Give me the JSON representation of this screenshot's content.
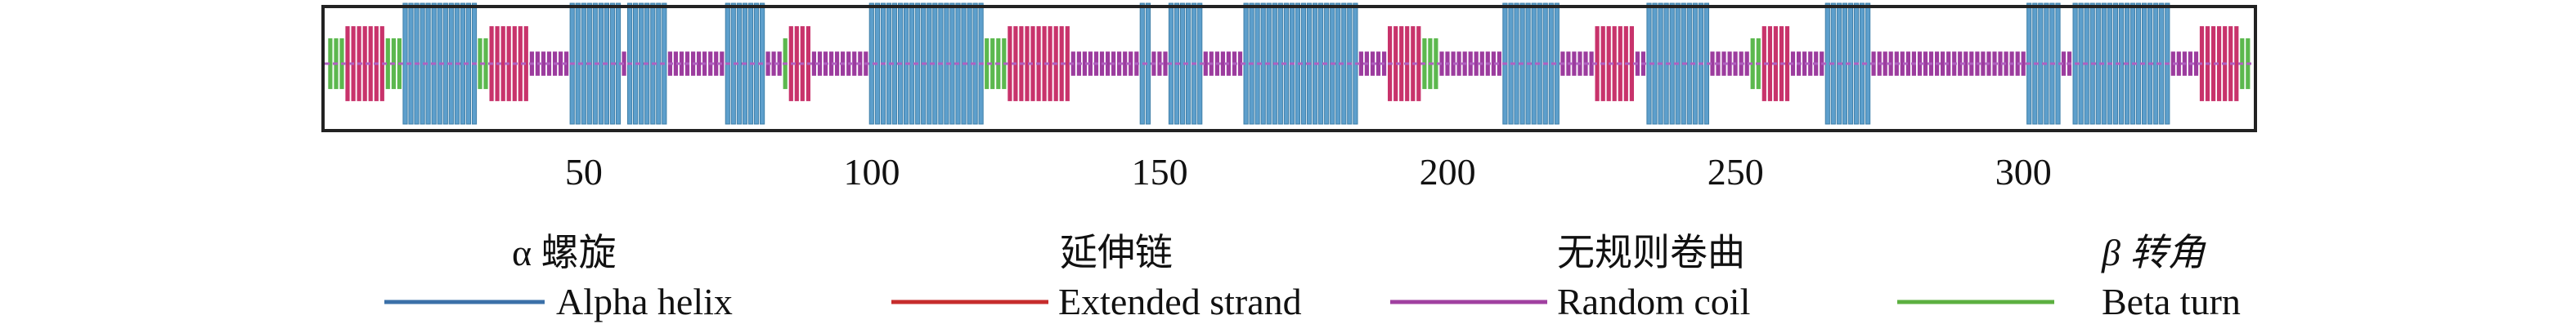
{
  "chart_data": {
    "type": "bar",
    "title": "",
    "xlabel": "",
    "ylabel": "",
    "xlim": [
      5,
      340
    ],
    "xticks": [
      50,
      100,
      150,
      200,
      250,
      300
    ],
    "grid": false,
    "legend_placement": "bottom",
    "categories": [
      "helix",
      "strand",
      "coil",
      "turn"
    ],
    "category_heights": {
      "helix": 1.0,
      "strand": 0.62,
      "coil": 0.2,
      "turn": 0.42
    },
    "colors": {
      "helix": "#5d9fcc",
      "strand": "#c8336b",
      "coil": "#9c3c9e",
      "turn": "#5cb84e"
    },
    "legend": [
      {
        "key": "helix",
        "cn": "α 螺旋",
        "en": "Alpha helix",
        "color": "#3b70a8"
      },
      {
        "key": "strand",
        "cn": "延伸链",
        "en": "Extended strand",
        "color": "#c62c2c"
      },
      {
        "key": "coil",
        "cn": "无规则卷曲",
        "en": "Random coil",
        "color": "#a040a0"
      },
      {
        "key": "turn",
        "cn": "β 转角",
        "en": "Beta turn",
        "color": "#5cb040"
      }
    ],
    "segments": [
      [
        "turn",
        6,
        8
      ],
      [
        "strand",
        9,
        15
      ],
      [
        "turn",
        16,
        18
      ],
      [
        "helix",
        19,
        31
      ],
      [
        "turn",
        32,
        33
      ],
      [
        "strand",
        34,
        40
      ],
      [
        "coil",
        41,
        47
      ],
      [
        "helix",
        48,
        56
      ],
      [
        "coil",
        57,
        57
      ],
      [
        "helix",
        58,
        64
      ],
      [
        "coil",
        65,
        74
      ],
      [
        "helix",
        75,
        81
      ],
      [
        "coil",
        82,
        84
      ],
      [
        "turn",
        85,
        85
      ],
      [
        "strand",
        86,
        89
      ],
      [
        "coil",
        90,
        99
      ],
      [
        "helix",
        100,
        119
      ],
      [
        "turn",
        120,
        123
      ],
      [
        "strand",
        124,
        134
      ],
      [
        "coil",
        135,
        146
      ],
      [
        "helix",
        147,
        148
      ],
      [
        "coil",
        149,
        151
      ],
      [
        "helix",
        152,
        157
      ],
      [
        "coil",
        158,
        164
      ],
      [
        "helix",
        165,
        184
      ],
      [
        "coil",
        185,
        189
      ],
      [
        "strand",
        190,
        195
      ],
      [
        "turn",
        196,
        198
      ],
      [
        "coil",
        199,
        209
      ],
      [
        "helix",
        210,
        219
      ],
      [
        "coil",
        220,
        225
      ],
      [
        "strand",
        226,
        232
      ],
      [
        "coil",
        233,
        234
      ],
      [
        "helix",
        235,
        245
      ],
      [
        "coil",
        246,
        252
      ],
      [
        "turn",
        253,
        254
      ],
      [
        "strand",
        255,
        259
      ],
      [
        "coil",
        260,
        265
      ],
      [
        "helix",
        266,
        273
      ],
      [
        "coil",
        274,
        300
      ],
      [
        "helix",
        301,
        306
      ],
      [
        "coil",
        307,
        308
      ],
      [
        "helix",
        309,
        325
      ],
      [
        "coil",
        326,
        330
      ],
      [
        "strand",
        331,
        337
      ],
      [
        "turn",
        338,
        339
      ]
    ]
  }
}
